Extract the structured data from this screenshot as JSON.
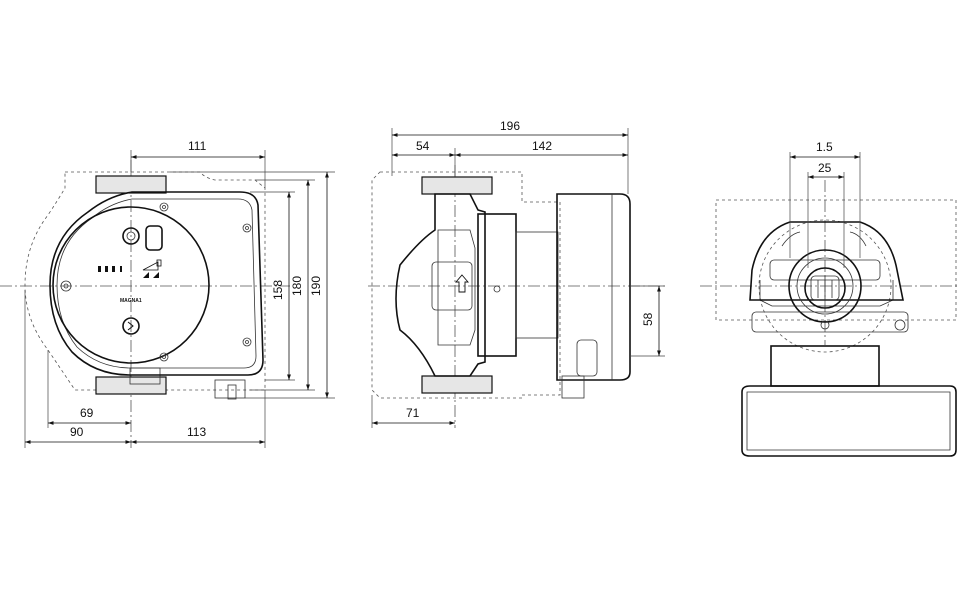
{
  "brand": "MAGNA1",
  "dimensions": {
    "front": {
      "width_top": "111",
      "height_158": "158",
      "height_180": "180",
      "height_190": "190",
      "offset_69": "69",
      "offset_90": "90",
      "width_113": "113"
    },
    "side": {
      "overall": "196",
      "left_part": "54",
      "right_part": "142",
      "height_58": "58",
      "offset_71": "71"
    },
    "end": {
      "thread": "1.5",
      "bore": "25"
    }
  }
}
